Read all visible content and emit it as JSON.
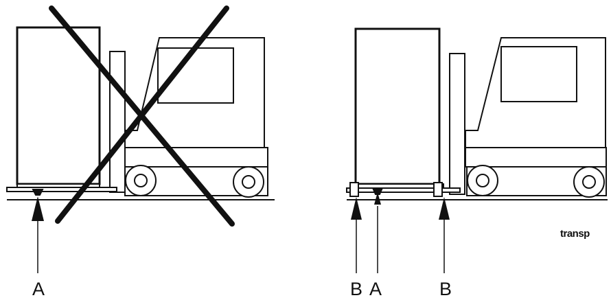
{
  "labels": {
    "left_a": "A",
    "right_b1": "B",
    "right_a": "A",
    "right_b2": "B"
  },
  "figure_code": "transp",
  "colors": {
    "ink": "#111111",
    "background": "#ffffff"
  }
}
